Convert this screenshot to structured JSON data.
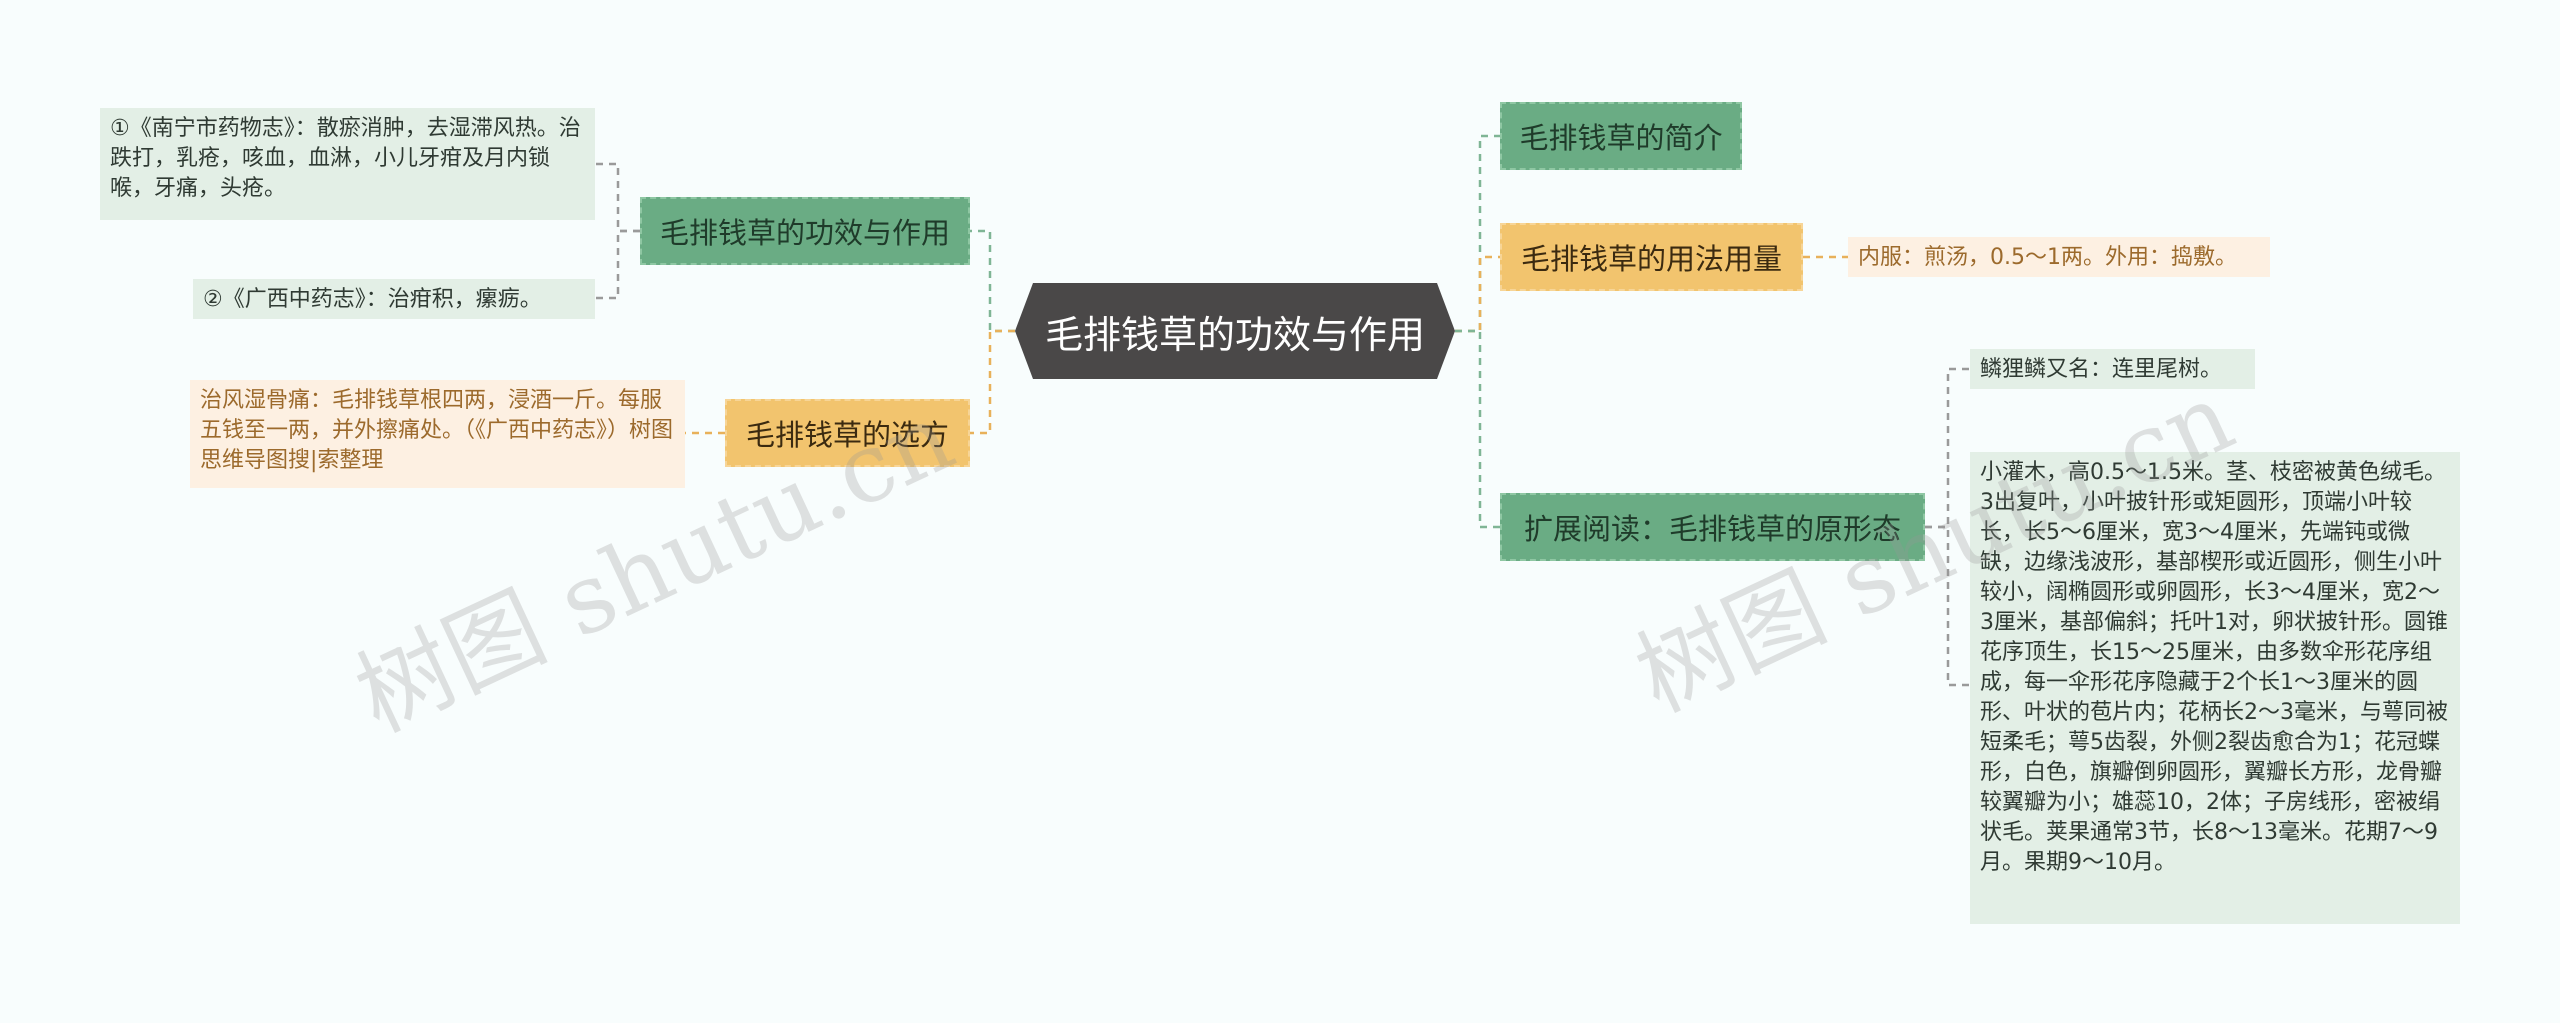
{
  "root": {
    "label": "毛排钱草的功效与作用"
  },
  "left": {
    "efficacy": {
      "label": "毛排钱草的功效与作用",
      "notes": [
        "①《南宁市药物志》：散瘀消肿，去湿滞风热。治跌打，乳疮，咳血，血淋，小儿牙疳及月内锁喉，牙痛，头疮。",
        "②《广西中药志》：治疳积，瘰疬。"
      ]
    },
    "prescription": {
      "label": "毛排钱草的选方",
      "note": "治风湿骨痛：毛排钱草根四两，浸酒一斤。每服五钱至一两，并外擦痛处。（《广西中药志》）树图思维导图搜|索整理"
    }
  },
  "right": {
    "intro": {
      "label": "毛排钱草的简介"
    },
    "usage": {
      "label": "毛排钱草的用法用量",
      "note": "内服：煎汤，0.5～1两。外用：捣敷。"
    },
    "extended": {
      "label": "扩展阅读：毛排钱草的原形态",
      "alias": "鳞狸鳞又名：连里尾树。",
      "description": "小灌木，高0.5～1.5米。茎、枝密被黄色绒毛。3出复叶，小叶披针形或矩圆形，顶端小叶较长，长5～6厘米，宽3～4厘米，先端钝或微缺，边缘浅波形，基部楔形或近圆形，侧生小叶较小，阔椭圆形或卵圆形，长3～4厘米，宽2～3厘米，基部偏斜；托叶1对，卵状披针形。圆锥花序顶生，长15～25厘米，由多数伞形花序组成，每一伞形花序隐藏于2个长1～3厘米的圆形、叶状的苞片内；花柄长2～3毫米，与萼同被短柔毛；萼5齿裂，外侧2裂齿愈合为1；花冠蝶形，白色，旗瓣倒卵圆形，翼瓣长方形，龙骨瓣较翼瓣为小；雄蕊10，2体；子房线形，密被绢状毛。荚果通常3节，长8～13毫米。花期7～9月。果期9～10月。"
    }
  },
  "watermarks": [
    "树图 shutu.cn",
    "树图 shutu.cn"
  ],
  "colors": {
    "green": "#6aac84",
    "orange": "#f2c46e",
    "root": "#4a4848",
    "leaf_green": "#e3efe6",
    "leaf_orange": "#fdf0e2"
  }
}
